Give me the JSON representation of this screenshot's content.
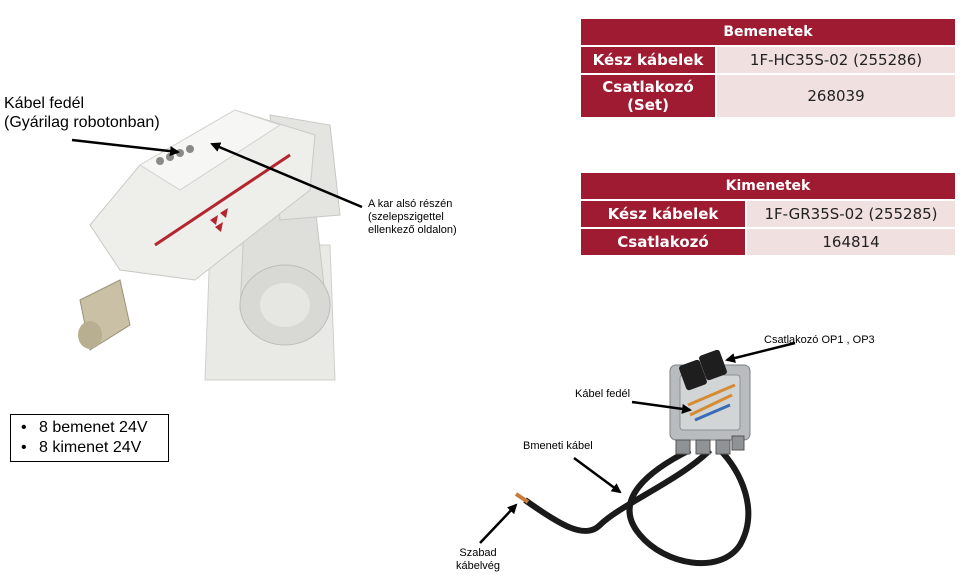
{
  "robot": {
    "cover_label_line1": "Kábel fedél",
    "cover_label_line2": "(Gyárilag robotonban)",
    "arm_note_line1": "A kar alsó részén",
    "arm_note_line2": "(szelepszigettel",
    "arm_note_line3": "ellenkező oldalon)"
  },
  "inputs_table": {
    "header": "Bemenetek",
    "rows": [
      {
        "key": "Kész kábelek",
        "value": "1F-HC35S-02 (255286)"
      },
      {
        "key_line1": "Csatlakozó",
        "key_line2": "(Set)",
        "value": "268039"
      }
    ]
  },
  "outputs_table": {
    "header": "Kimenetek",
    "rows": [
      {
        "key": "Kész kábelek",
        "value": "1F-GR35S-02 (255285)"
      },
      {
        "key": "Csatlakozó",
        "value": "164814"
      }
    ]
  },
  "features": [
    "8 bemenet 24V",
    "8 kimenet 24V"
  ],
  "bullet_symbol": "•",
  "cable": {
    "connector_label": "Csatlakozó OP1 , OP3",
    "cover_label": "Kábel fedél",
    "input_cable_label": "Bmeneti kábel",
    "free_end_line1": "Szabad",
    "free_end_line2": "kábelvég"
  },
  "colors": {
    "header_bg": "#9e1b32",
    "value_bg": "#f1e0e0"
  }
}
